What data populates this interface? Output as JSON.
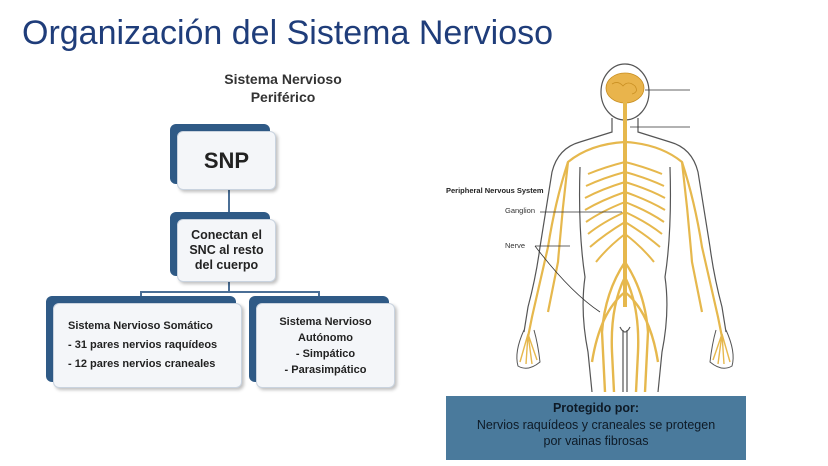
{
  "slide": {
    "title": "Organización del Sistema Nervioso",
    "subtitle_line1": "Sistema Nervioso",
    "subtitle_line2": "Periférico"
  },
  "hierarchy": {
    "root": "SNP",
    "middle_lines": [
      "Conectan el",
      "SNC al resto",
      "del cuerpo"
    ],
    "somatic": {
      "title": "Sistema Nervioso Somático",
      "items": [
        "- 31 pares nervios raquídeos",
        "- 12 pares nervios craneales"
      ]
    },
    "autonomic": {
      "title_line1": "Sistema Nervioso",
      "title_line2": "Autónomo",
      "items": [
        "- Simpático",
        "- Parasimpático"
      ]
    }
  },
  "figure": {
    "label_system": "Peripheral Nervous System",
    "label_ganglion": "Ganglion",
    "label_nerve": "Nerve"
  },
  "info_box": {
    "title": "Protegido por:",
    "line1": "Nervios raquídeos y craneales se protegen",
    "line2": "por vainas fibrosas"
  },
  "colors": {
    "title": "#1f3d7a",
    "card_back": "#2f5a86",
    "info_box": "#4a7a9c",
    "nerve": "#e6b84d"
  }
}
